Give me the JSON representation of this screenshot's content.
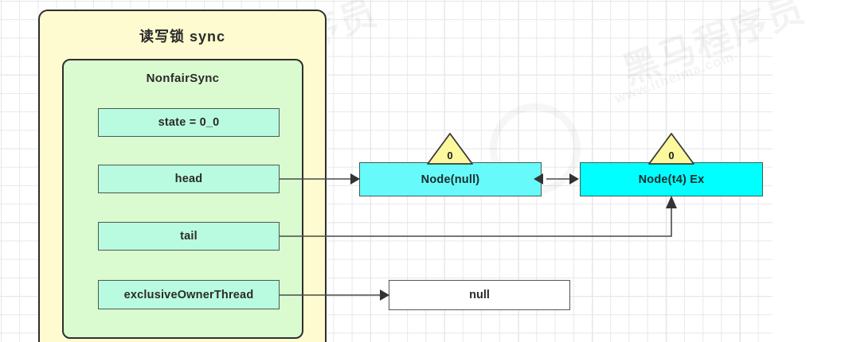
{
  "diagram": {
    "title_cn": "读写锁 sync",
    "outer_container_label": "读写锁 sync",
    "inner_container_label": "NonfairSync",
    "fields": [
      {
        "label": "state = 0_0"
      },
      {
        "label": "head"
      },
      {
        "label": "tail"
      },
      {
        "label": "exclusiveOwnerThread"
      }
    ],
    "nodes": [
      {
        "label": "Node(null)",
        "waitstatus": "0",
        "color": "#66fafa"
      },
      {
        "label": "Node(t4) Ex",
        "waitstatus": "0",
        "color": "#00ffff"
      }
    ],
    "values": [
      {
        "label": "null"
      }
    ],
    "colors": {
      "outer_fill": "#fdfbcf",
      "inner_fill": "#dafbd0",
      "field_fill": "#b9fbe0",
      "node_a_fill": "#66fafa",
      "node_b_fill": "#00ffff",
      "triangle_fill": "#fcf89e",
      "border": "#2f2f2f",
      "wire": "#4a4a4a"
    },
    "watermarks": [
      {
        "text": "黑马程序员"
      },
      {
        "text": "www.itheima.com"
      }
    ]
  }
}
